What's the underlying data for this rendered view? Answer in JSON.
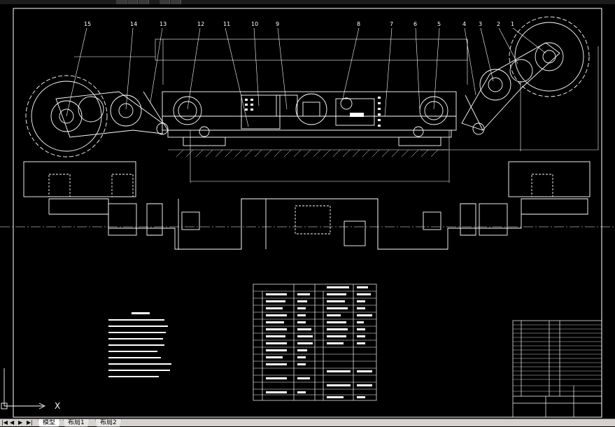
{
  "drawing": {
    "balloons": [
      "15",
      "14",
      "13",
      "12",
      "11",
      "10",
      "9",
      "8",
      "7",
      "6",
      "5",
      "4",
      "3",
      "2",
      "1"
    ],
    "axis_label": "X"
  },
  "tabs": [
    {
      "label": "模型"
    },
    {
      "label": "布局1"
    },
    {
      "label": "布局2"
    }
  ]
}
